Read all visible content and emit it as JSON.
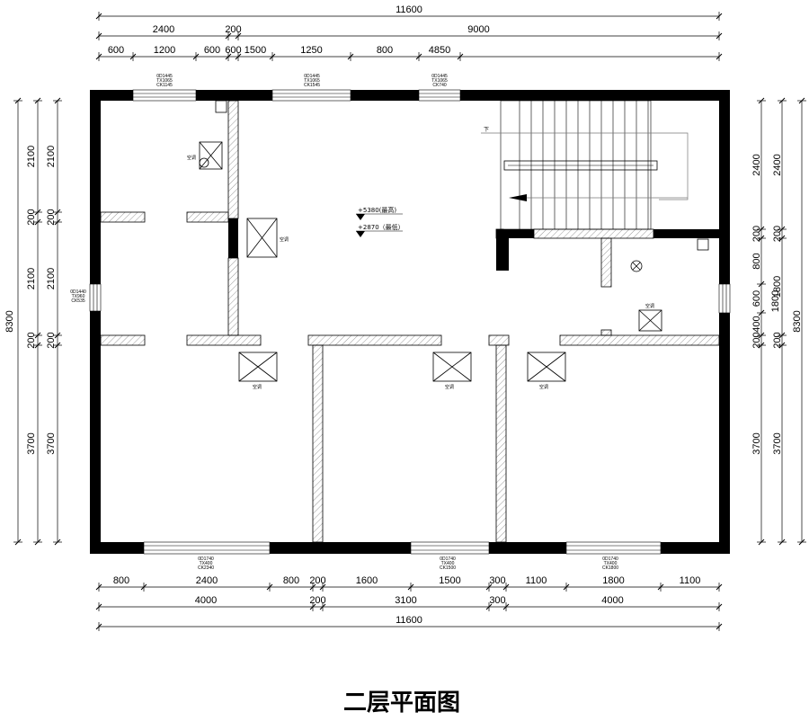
{
  "title": "二层平面图",
  "dimensions": {
    "top_total": "11600",
    "top_row2": [
      "2400",
      "200",
      "9000"
    ],
    "top_row3": [
      "600",
      "1200",
      "600",
      "600",
      "1500",
      "1250",
      "800",
      "4850"
    ],
    "bottom_row1": [
      "800",
      "2400",
      "800",
      "200",
      "1600",
      "1500",
      "300",
      "1100",
      "1800",
      "1100"
    ],
    "bottom_row2": [
      "4000",
      "200",
      "3100",
      "300",
      "4000"
    ],
    "bottom_total": "11600",
    "left_outer_total": "8300",
    "left_outer": [
      "2100",
      "200",
      "2100",
      "200",
      "3700"
    ],
    "left_inner": [
      "2100",
      "200",
      "2100",
      "200",
      "3700"
    ],
    "right_inner": [
      "2400",
      "200",
      "800",
      "600",
      "400",
      "200",
      "3700"
    ],
    "right_inner_mid": "1800",
    "right_outer": [
      "2400",
      "200",
      "1800",
      "200",
      "3700"
    ],
    "right_outer_total": "8300"
  },
  "window_notes": {
    "top_w1": [
      "0D1445",
      "TX1065",
      "CK1145"
    ],
    "top_w2": [
      "0D1445",
      "TX1065",
      "CK1545"
    ],
    "top_w3": [
      "0D1445",
      "TX1065",
      "CK740"
    ],
    "left_w": [
      "0D1440",
      "TX960",
      "CK535"
    ],
    "bottom_w1": [
      "0D1740",
      "TX400",
      "CK2340"
    ],
    "bottom_w2": [
      "0D1740",
      "TX400",
      "CK1500"
    ],
    "bottom_w3": [
      "0D1740",
      "TX400",
      "CK1800"
    ]
  },
  "ac_label": "空调",
  "levels": {
    "high": "+5380(最高)",
    "low": "+2870（最低）"
  },
  "stair_down": "下"
}
